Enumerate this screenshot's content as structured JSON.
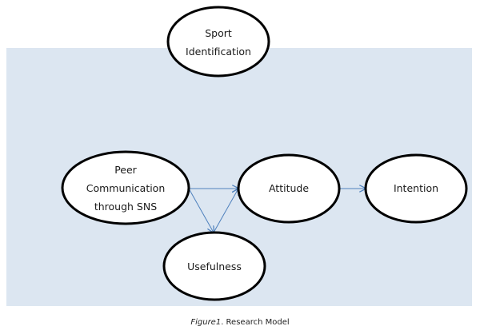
{
  "diagram": {
    "colors": {
      "panel": "#dce6f1",
      "node_fill": "#ffffff",
      "node_stroke": "#000000",
      "arrow": "#4f81bd"
    },
    "nodes": [
      {
        "id": "sport",
        "lines": [
          "Sport",
          "Identification"
        ]
      },
      {
        "id": "peer",
        "lines": [
          "Peer",
          "Communication",
          "through SNS"
        ]
      },
      {
        "id": "attitude",
        "lines": [
          "Attitude"
        ]
      },
      {
        "id": "intention",
        "lines": [
          "Intention"
        ]
      },
      {
        "id": "usefulness",
        "lines": [
          "Usefulness"
        ]
      }
    ],
    "edges": [
      {
        "from": "peer",
        "to": "attitude"
      },
      {
        "from": "peer",
        "to": "usefulness"
      },
      {
        "from": "usefulness",
        "to": "attitude"
      },
      {
        "from": "attitude",
        "to": "intention"
      }
    ]
  },
  "caption": {
    "figure_label": "Figure1",
    "text": ". Research Model"
  }
}
